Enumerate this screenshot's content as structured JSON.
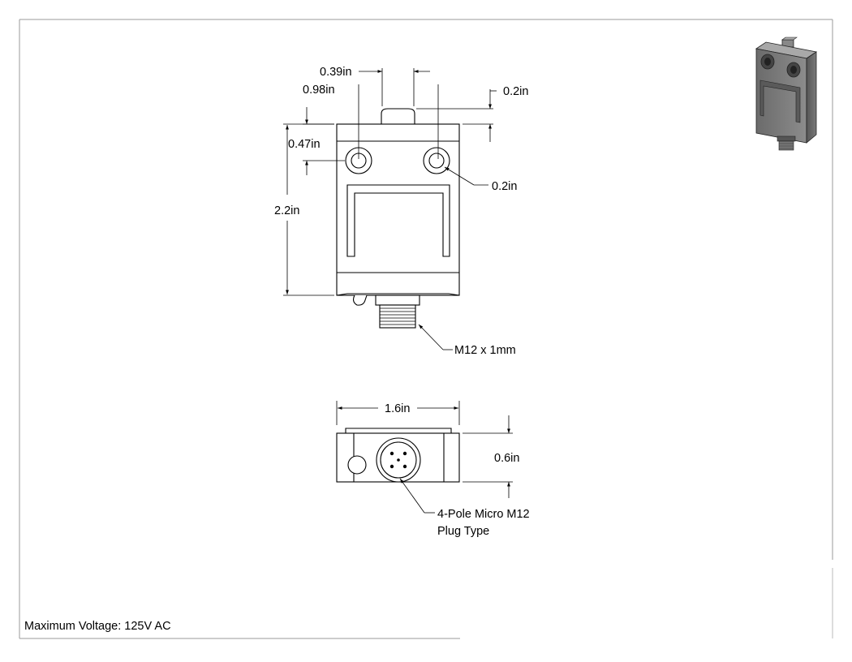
{
  "drawing": {
    "dimensions": {
      "top_width": "0.39in",
      "hole_spacing": "0.98in",
      "plunger_height": "0.2in",
      "hole_offset": "0.47in",
      "hole_diameter": "0.2in",
      "body_height": "2.2in",
      "thread": "M12 x 1mm",
      "body_width": "1.6in",
      "body_depth": "0.6in"
    },
    "connector_label": {
      "line1": "4-Pole Micro M12",
      "line2": "Plug Type"
    },
    "note": "Maximum Voltage: 125V AC"
  }
}
